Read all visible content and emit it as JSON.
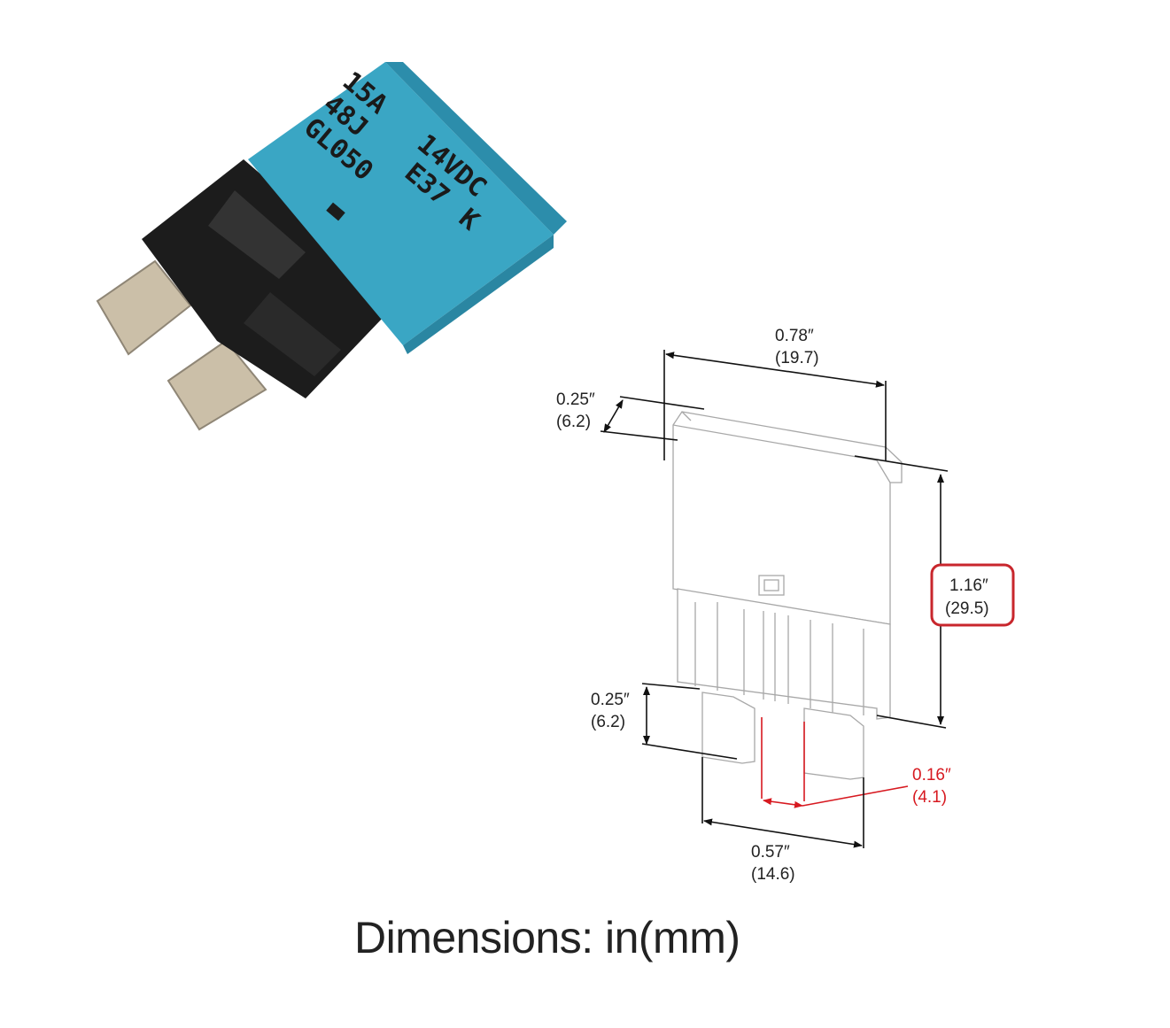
{
  "product_photo": {
    "markings": {
      "rating": "15A",
      "voltage": "14VDC",
      "code1": "48J",
      "code2": "E37",
      "code3": "K",
      "code4": "GL050"
    },
    "colors": {
      "housing": "#3aa6c4",
      "base": "#1c1c1c",
      "terminals": "#cbbfa8"
    }
  },
  "drawing": {
    "dims": {
      "width_in": "0.78″",
      "width_mm": "(19.7)",
      "depth_in": "0.25″",
      "depth_mm": "(6.2)",
      "height_in": "1.16″",
      "height_mm": "(29.5)",
      "blade_len_in": "0.25″",
      "blade_len_mm": "(6.2)",
      "blade_gap_in": "0.16″",
      "blade_gap_mm": "(4.1)",
      "blade_span_in": "0.57″",
      "blade_span_mm": "(14.6)"
    },
    "colors": {
      "outline": "#a8a8a8",
      "dimension": "#111111",
      "highlight": "#d71920"
    }
  },
  "caption": "Dimensions: in(mm)"
}
